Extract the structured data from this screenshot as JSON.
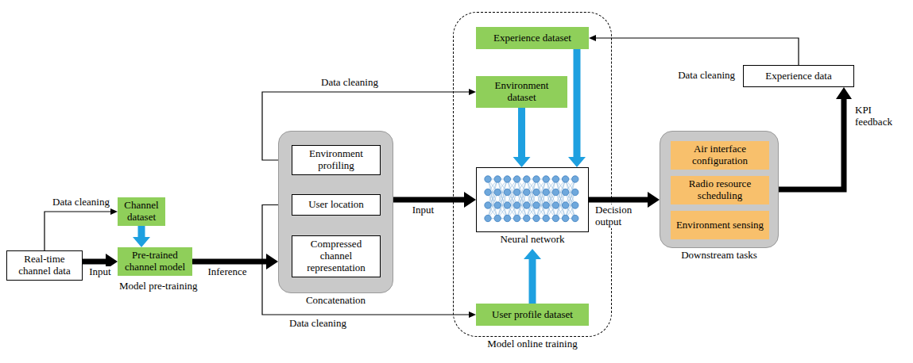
{
  "diagram": {
    "nodes": [
      {
        "text": [
          "Real-time channel data"
        ]
      },
      {
        "text": [
          "Channel dataset"
        ]
      },
      {
        "text": [
          "Pre-trained channel model"
        ]
      },
      {
        "text": [
          "Concatenation"
        ]
      },
      {
        "text": [
          "Environment profiling"
        ],
        "in": 3
      },
      {
        "text": [
          "User location"
        ],
        "in": 3
      },
      {
        "text": [
          "Compressed channel representation"
        ],
        "in": 3
      },
      {
        "text": [
          "Model online training"
        ]
      },
      {
        "text": [
          "Experience dataset"
        ],
        "in": 7
      },
      {
        "text": [
          "Environment dataset"
        ],
        "in": 7
      },
      {
        "text": [
          "Neural network"
        ],
        "in": 7
      },
      {
        "text": [
          "User profile dataset"
        ],
        "in": 7
      },
      {
        "text": [
          "Downstream tasks"
        ]
      },
      {
        "text": [
          "Air interface configuration"
        ],
        "in": 12
      },
      {
        "text": [
          "Radio resource scheduling"
        ],
        "in": 12
      },
      {
        "text": [
          "Environment sensing"
        ],
        "in": 12
      },
      {
        "text": [
          "Experience data"
        ]
      }
    ],
    "edges": [
      {
        "from": 0,
        "to": 1,
        "label": "Data cleaning",
        "arrow": "to"
      },
      {
        "from": 1,
        "to": 2,
        "arrow": "to"
      },
      {
        "from": 0,
        "to": 2,
        "label": "Input",
        "arrow": "to"
      },
      {
        "from": 2,
        "to": 3,
        "label": "Inference",
        "arrow": "to"
      },
      {
        "from": 4,
        "to": 9,
        "label": "Data cleaning",
        "arrow": "to"
      },
      {
        "from": 5,
        "to": 11,
        "label": "Data cleaning",
        "arrow": "to"
      },
      {
        "from": 3,
        "to": 10,
        "label": "Input",
        "arrow": "to"
      },
      {
        "from": 9,
        "to": 10,
        "arrow": "to"
      },
      {
        "from": 8,
        "to": 10,
        "arrow": "to"
      },
      {
        "from": 11,
        "to": 10,
        "arrow": "to"
      },
      {
        "from": 10,
        "to": 12,
        "label": "Decision output",
        "arrow": "to"
      },
      {
        "from": 12,
        "to": 16,
        "label": "KPI feedback",
        "arrow": "to"
      },
      {
        "from": 16,
        "to": 8,
        "label": "Data cleaning",
        "arrow": "to"
      }
    ],
    "labels": [
      "Model pre-training"
    ]
  }
}
